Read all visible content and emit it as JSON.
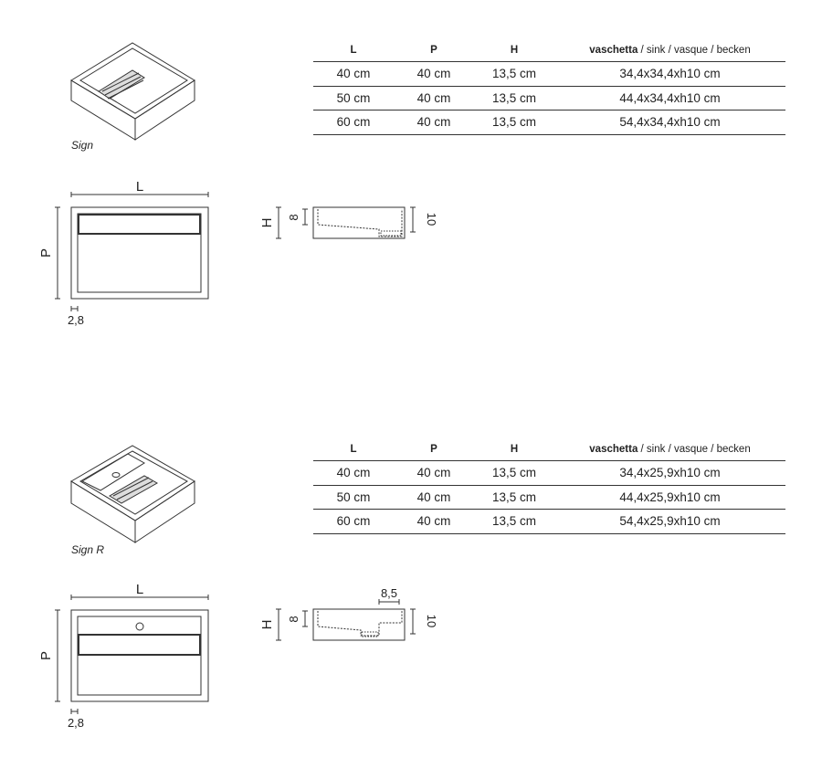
{
  "products": [
    {
      "name": "Sign",
      "headers": {
        "l": "L",
        "p": "P",
        "h": "H",
        "sink_bold": "vaschetta",
        "sink_rest": " / sink / vasque  / becken"
      },
      "rows": [
        [
          "40 cm",
          "40 cm",
          "13,5 cm",
          "34,4x34,4xh10 cm"
        ],
        [
          "50 cm",
          "40 cm",
          "13,5 cm",
          "44,4x34,4xh10 cm"
        ],
        [
          "60 cm",
          "40 cm",
          "13,5 cm",
          "54,4x34,4xh10 cm"
        ]
      ],
      "dim_labels": {
        "l": "L",
        "p": "P",
        "h": "H",
        "thickness": "2,8",
        "inner_depth": "8",
        "outer_depth": "10"
      }
    },
    {
      "name": "Sign R",
      "headers": {
        "l": "L",
        "p": "P",
        "h": "H",
        "sink_bold": "vaschetta",
        "sink_rest": " / sink / vasque  / becken"
      },
      "rows": [
        [
          "40 cm",
          "40 cm",
          "13,5 cm",
          "34,4x25,9xh10 cm"
        ],
        [
          "50 cm",
          "40 cm",
          "13,5 cm",
          "44,4x25,9xh10 cm"
        ],
        [
          "60 cm",
          "40 cm",
          "13,5 cm",
          "54,4x25,9xh10 cm"
        ]
      ],
      "dim_labels": {
        "l": "L",
        "p": "P",
        "h": "H",
        "thickness": "2,8",
        "inner_depth": "8",
        "outer_depth": "10",
        "shelf_width": "8,5"
      }
    }
  ]
}
